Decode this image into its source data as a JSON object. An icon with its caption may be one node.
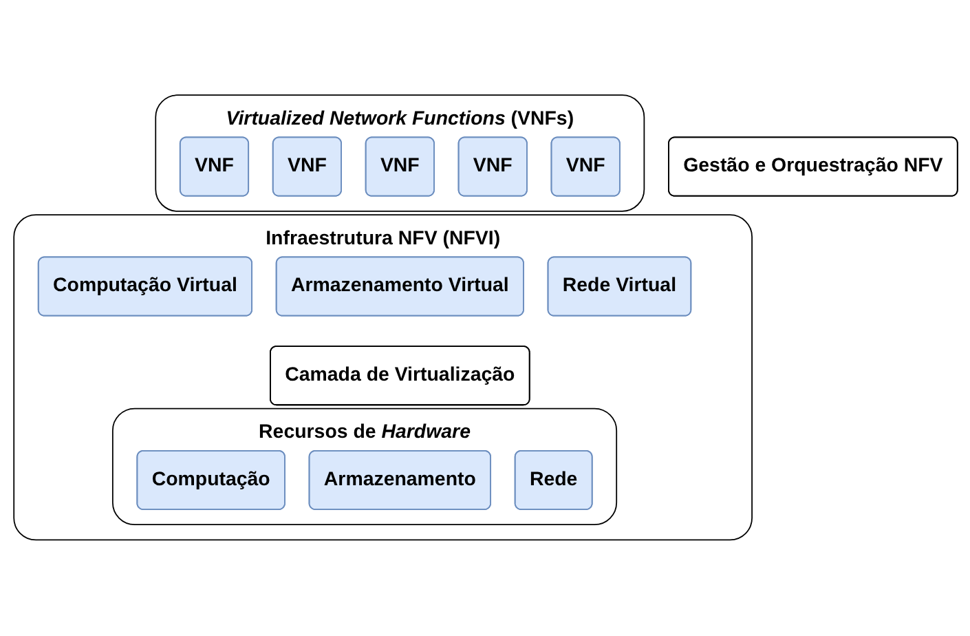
{
  "diagram": {
    "nodes": [
      {
        "text": [
          "*Virtualized Network Functions* (VNFs)"
        ]
      },
      {
        "text": [
          "VNF"
        ],
        "in": 0
      },
      {
        "text": [
          "VNF"
        ],
        "in": 0
      },
      {
        "text": [
          "VNF"
        ],
        "in": 0
      },
      {
        "text": [
          "VNF"
        ],
        "in": 0
      },
      {
        "text": [
          "VNF"
        ],
        "in": 0
      },
      {
        "text": [
          "Infraestrutura NFV (NFVI)"
        ]
      },
      {
        "text": [
          "Computação Virtual"
        ],
        "in": 6
      },
      {
        "text": [
          "Armazenamento Virtual"
        ],
        "in": 6
      },
      {
        "text": [
          "Rede Virtual"
        ],
        "in": 6
      },
      {
        "text": [
          "Camada de Virtualização"
        ],
        "in": 6
      },
      {
        "text": [
          "Recursos de *Hardware*"
        ],
        "in": 6
      },
      {
        "text": [
          "Computação"
        ],
        "in": 11
      },
      {
        "text": [
          "Armazenamento"
        ],
        "in": 11
      },
      {
        "text": [
          "Rede"
        ],
        "in": 11
      },
      {
        "text": [
          "Gestão e Orquestração NFV"
        ]
      }
    ],
    "edges": []
  }
}
